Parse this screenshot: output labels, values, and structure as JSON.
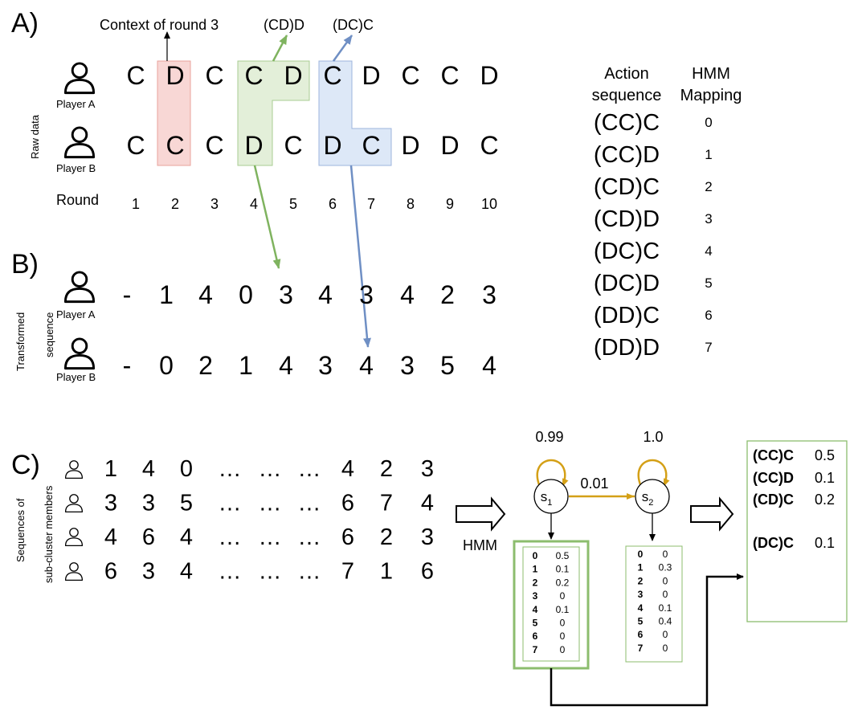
{
  "panel_labels": {
    "a": "A)",
    "b": "B)",
    "c": "C)"
  },
  "panel_a": {
    "context_label": "Context of round 3",
    "annot_cd_d": "(CD)D",
    "annot_dc_c": "(DC)C",
    "side_label": "Raw data",
    "player_a": "Player A",
    "player_b": "Player B",
    "round_label": "Round",
    "rounds": [
      "1",
      "2",
      "3",
      "4",
      "5",
      "6",
      "7",
      "8",
      "9",
      "10"
    ],
    "row_a": [
      "C",
      "D",
      "C",
      "C",
      "D",
      "C",
      "D",
      "C",
      "C",
      "D"
    ],
    "row_b": [
      "C",
      "C",
      "C",
      "D",
      "C",
      "D",
      "C",
      "D",
      "D",
      "C"
    ],
    "colors": {
      "red_box": "#f8d7d5",
      "green_box": "#e3efd9",
      "blue_box": "#dde8f7",
      "green_arrow": "#7fb35f",
      "blue_arrow": "#6f8fc4"
    }
  },
  "mapping_table": {
    "header_action": [
      "Action",
      "sequence"
    ],
    "header_hmm": [
      "HMM",
      "Mapping"
    ],
    "rows": [
      {
        "seq": "(CC)C",
        "map": "0"
      },
      {
        "seq": "(CC)D",
        "map": "1"
      },
      {
        "seq": "(CD)C",
        "map": "2"
      },
      {
        "seq": "(CD)D",
        "map": "3"
      },
      {
        "seq": "(DC)C",
        "map": "4"
      },
      {
        "seq": "(DC)D",
        "map": "5"
      },
      {
        "seq": "(DD)C",
        "map": "6"
      },
      {
        "seq": "(DD)D",
        "map": "7"
      }
    ]
  },
  "panel_b": {
    "side_label": [
      "Transformed",
      "sequence"
    ],
    "player_a": "Player A",
    "player_b": "Player B",
    "row_a": [
      "-",
      "1",
      "4",
      "0",
      "3",
      "4",
      "3",
      "4",
      "2",
      "3"
    ],
    "row_b": [
      "-",
      "0",
      "2",
      "1",
      "4",
      "3",
      "4",
      "3",
      "5",
      "4"
    ]
  },
  "panel_c": {
    "side_label": [
      "Sequences of",
      "sub-cluster members"
    ],
    "sequences": [
      [
        "1",
        "4",
        "0",
        "…",
        "…",
        "…",
        "4",
        "2",
        "3"
      ],
      [
        "3",
        "3",
        "5",
        "…",
        "…",
        "…",
        "6",
        "7",
        "4"
      ],
      [
        "4",
        "6",
        "4",
        "…",
        "…",
        "…",
        "6",
        "2",
        "3"
      ],
      [
        "6",
        "3",
        "4",
        "…",
        "…",
        "…",
        "7",
        "1",
        "6"
      ]
    ],
    "hmm_label": "HMM",
    "state1": {
      "name": "s",
      "sub": "1",
      "self_prob": "0.99"
    },
    "state2": {
      "name": "s",
      "sub": "2",
      "self_prob": "1.0"
    },
    "transition_prob": "0.01",
    "emission1": [
      {
        "k": "0",
        "v": "0.5"
      },
      {
        "k": "1",
        "v": "0.1"
      },
      {
        "k": "2",
        "v": "0.2"
      },
      {
        "k": "3",
        "v": "0"
      },
      {
        "k": "4",
        "v": "0.1"
      },
      {
        "k": "5",
        "v": "0"
      },
      {
        "k": "6",
        "v": "0"
      },
      {
        "k": "7",
        "v": "0"
      }
    ],
    "emission2": [
      {
        "k": "0",
        "v": "0"
      },
      {
        "k": "1",
        "v": "0.3"
      },
      {
        "k": "2",
        "v": "0"
      },
      {
        "k": "3",
        "v": "0"
      },
      {
        "k": "4",
        "v": "0.1"
      },
      {
        "k": "5",
        "v": "0.4"
      },
      {
        "k": "6",
        "v": "0"
      },
      {
        "k": "7",
        "v": "0"
      }
    ],
    "result": [
      {
        "seq": "(CC)C",
        "prob": "0.5"
      },
      {
        "seq": "(CC)D",
        "prob": "0.1"
      },
      {
        "seq": "(CD)C",
        "prob": "0.2"
      },
      {
        "seq": "(DC)C",
        "prob": "0.1"
      }
    ],
    "colors": {
      "transition": "#d4a017",
      "box_green": "#8cbd6e"
    }
  }
}
